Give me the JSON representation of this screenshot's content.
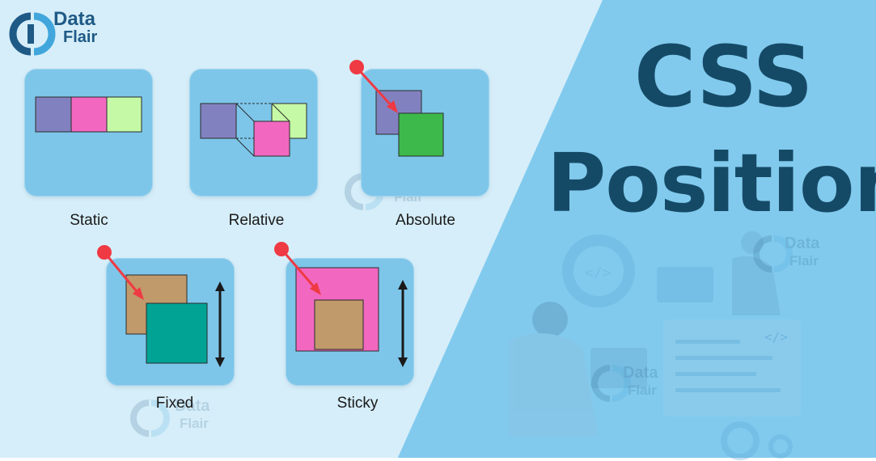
{
  "brand": {
    "line1": "Data",
    "line2": "Flair"
  },
  "title": {
    "line1": "CSS",
    "line2": "Position"
  },
  "diagrams": [
    {
      "label": "Static"
    },
    {
      "label": "Relative"
    },
    {
      "label": "Absolute"
    },
    {
      "label": "Fixed"
    },
    {
      "label": "Sticky"
    }
  ],
  "colors": {
    "left_bg": "#d6eef9",
    "right_bg": "#81caee",
    "card_bg": "#7dc6ea",
    "title": "#154a66",
    "purple": "#8281c0",
    "pink": "#f268c0",
    "light_green": "#c6f9a6",
    "green": "#3db94b",
    "tan": "#c19a6b",
    "teal": "#00a394",
    "arrow_red": "#ef3a44"
  }
}
